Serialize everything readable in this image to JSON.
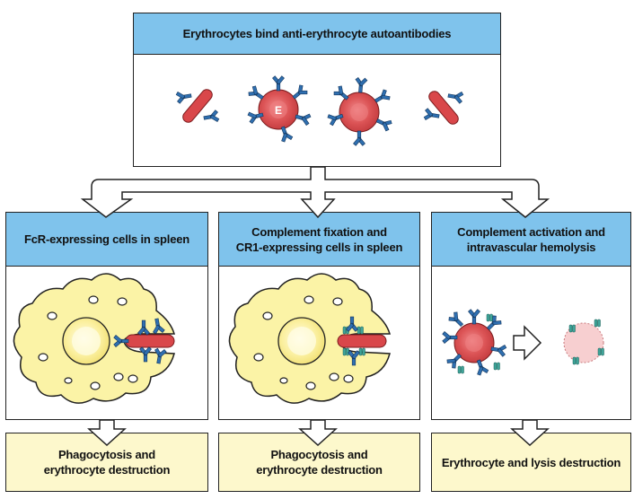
{
  "top": {
    "title": "Erythrocytes bind anti-erythrocyte autoantibodies",
    "cell_label": "E"
  },
  "panels": [
    {
      "title": "FcR-expressing cells in spleen",
      "result": "Phagocytosis and\nerythrocyte destruction"
    },
    {
      "title": "Complement fixation and\nCR1-expressing cells in spleen",
      "result": "Phagocytosis and\nerythrocyte destruction"
    },
    {
      "title": "Complement activation and\nintravascular hemolysis",
      "result": "Erythrocyte and lysis destruction"
    }
  ],
  "colors": {
    "header_bg": "#7fc3ec",
    "result_bg": "#fdf8cc",
    "erythrocyte": "#d9474a",
    "antibody": "#2f6fb0",
    "complement": "#3fa59a",
    "macrophage": "#fbf3a6",
    "lysed_cell": "#f7cfd0"
  }
}
